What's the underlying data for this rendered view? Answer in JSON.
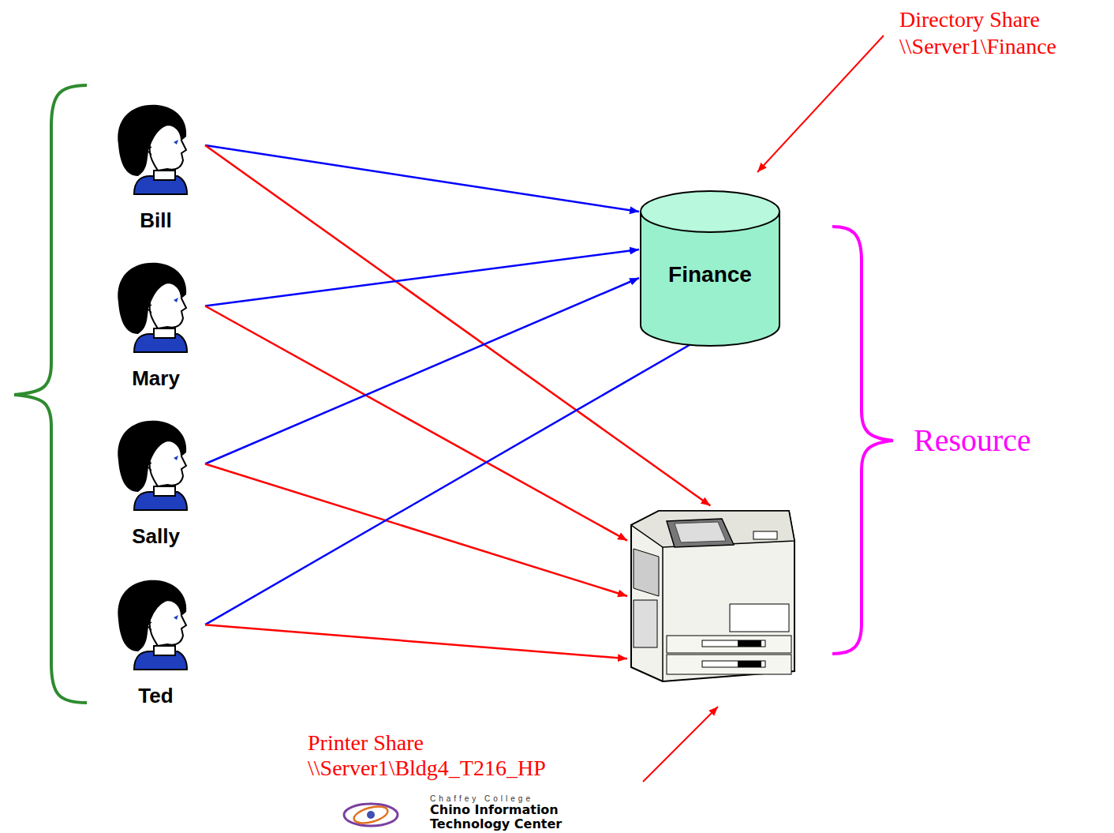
{
  "diagram": {
    "nodes": [
      {
        "text": [
          "Bill"
        ]
      },
      {
        "text": [
          "Mary"
        ]
      },
      {
        "text": [
          "Sally"
        ]
      },
      {
        "text": [
          "Ted"
        ]
      },
      {
        "text": [
          "Finance"
        ]
      },
      {
        "text": [
          "Printer Share \\\\Server1\\Bldg4_T216_HP"
        ]
      }
    ],
    "edges": [
      {
        "from": 0,
        "to": 4,
        "arrow": "to"
      },
      {
        "from": 0,
        "to": 5,
        "arrow": "to"
      },
      {
        "from": 1,
        "to": 4,
        "arrow": "to"
      },
      {
        "from": 1,
        "to": 5,
        "arrow": "to"
      },
      {
        "from": 2,
        "to": 4,
        "arrow": "to"
      },
      {
        "from": 2,
        "to": 5,
        "arrow": "to"
      },
      {
        "from": 3,
        "to": 4,
        "arrow": "to"
      },
      {
        "from": 3,
        "to": 5,
        "arrow": "to"
      }
    ],
    "labels": [
      "Directory Share \\\\Server1\\Finance",
      "Resource",
      "Chaffey College",
      "Chino Information",
      "Technology Center"
    ]
  }
}
